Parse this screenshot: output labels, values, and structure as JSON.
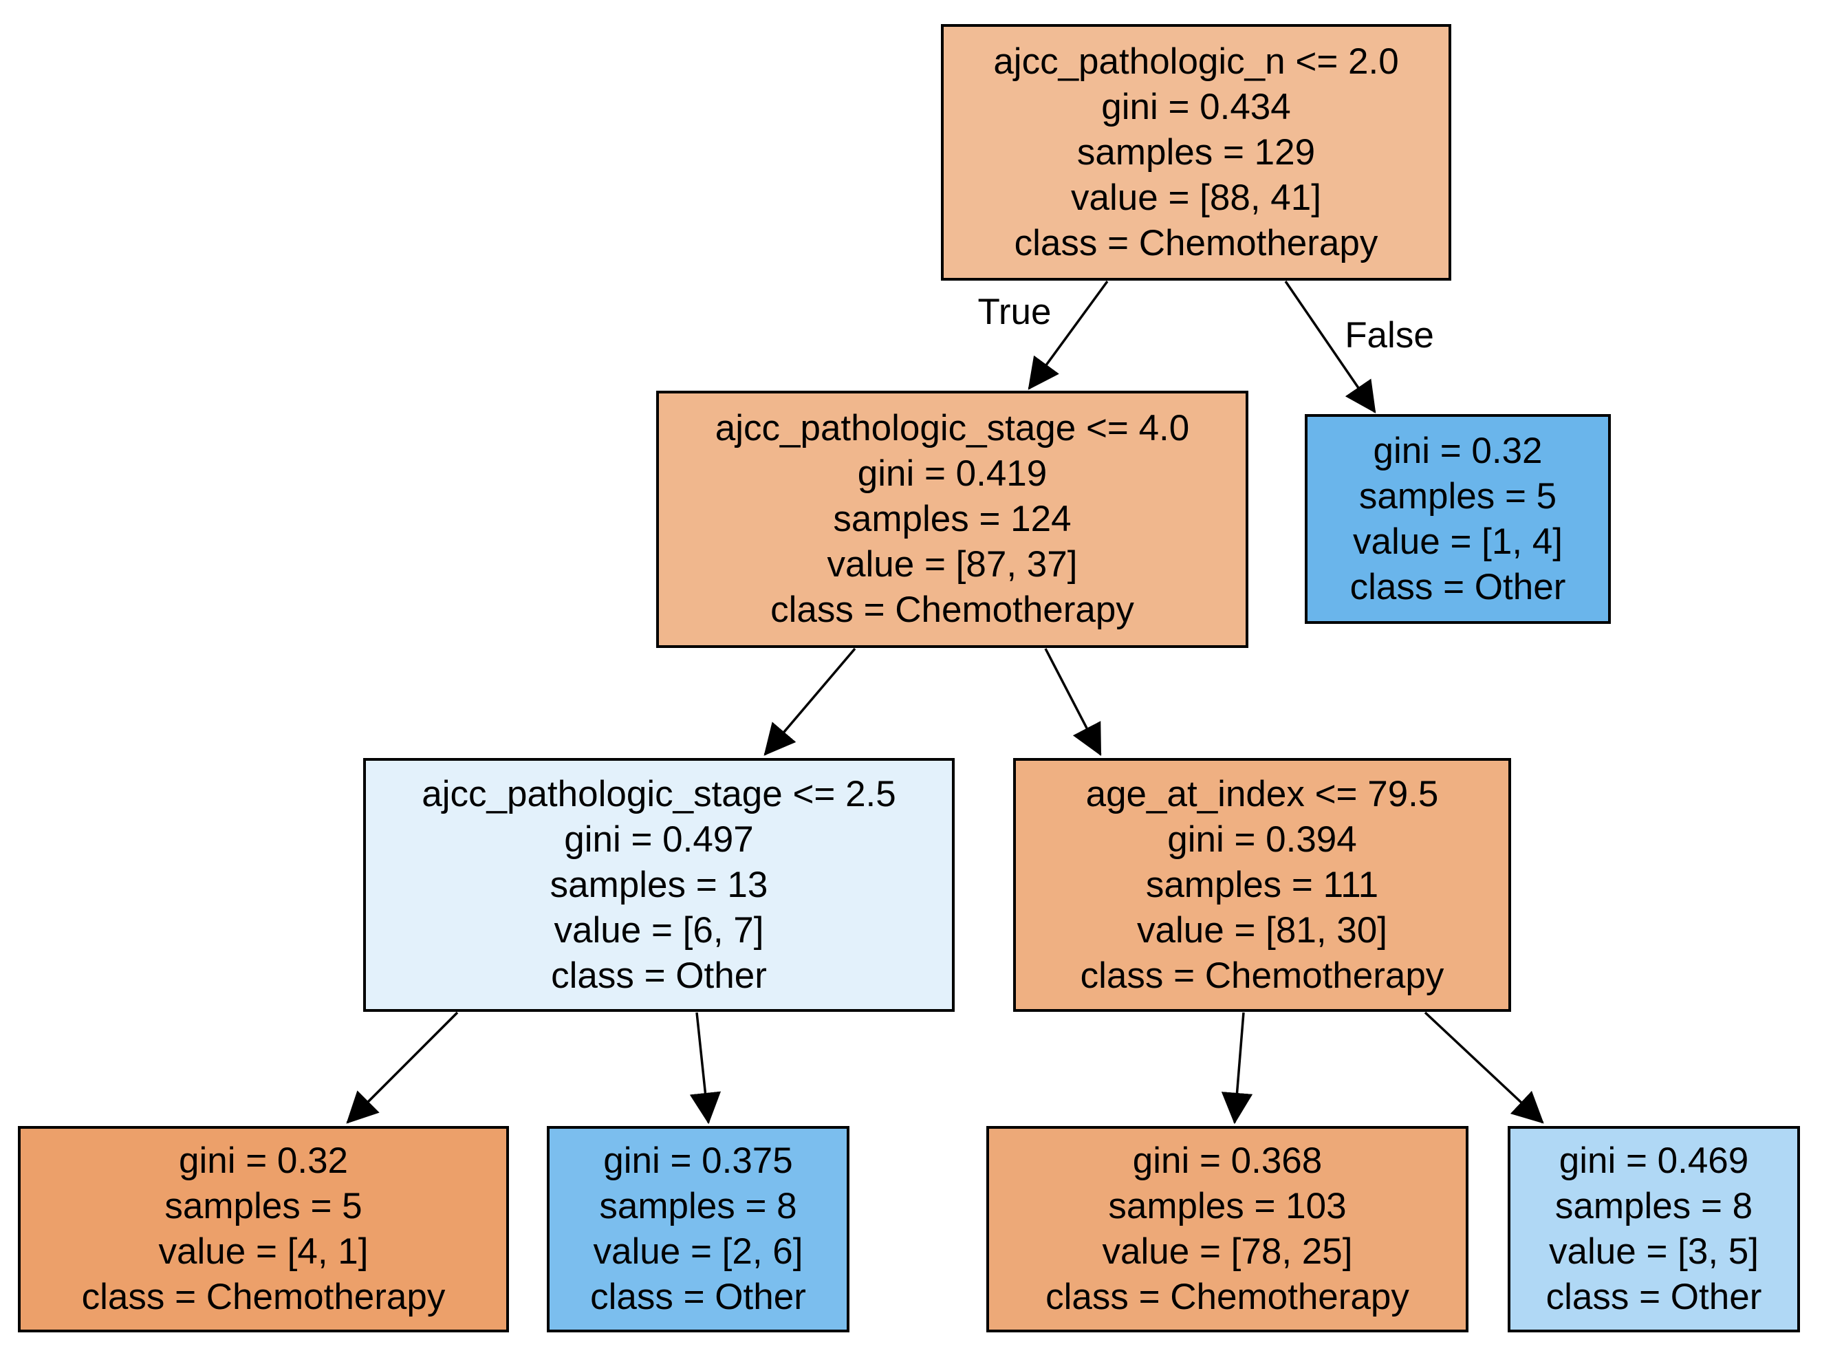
{
  "tree": {
    "edge_labels": {
      "true": "True",
      "false": "False"
    },
    "colors": {
      "chemotherapy_base": "#e58139",
      "other_base": "#399de5",
      "border": "#000000",
      "background": "#ffffff"
    },
    "nodes": [
      {
        "name": "root",
        "condition": "ajcc_pathologic_n <= 2.0",
        "gini": "gini = 0.434",
        "samples": "samples = 129",
        "value": "value = [88, 41]",
        "class": "class = Chemotherapy",
        "fill": "#f1bc95"
      },
      {
        "name": "stage-split",
        "condition": "ajcc_pathologic_stage <= 4.0",
        "gini": "gini = 0.419",
        "samples": "samples = 124",
        "value": "value = [87, 37]",
        "class": "class = Chemotherapy",
        "fill": "#f0b78d"
      },
      {
        "name": "leaf-other-1",
        "gini": "gini = 0.32",
        "samples": "samples = 5",
        "value": "value = [1, 4]",
        "class": "class = Other",
        "fill": "#6ab5eb"
      },
      {
        "name": "stage25-split",
        "condition": "ajcc_pathologic_stage <= 2.5",
        "gini": "gini = 0.497",
        "samples": "samples = 13",
        "value": "value = [6, 7]",
        "class": "class = Other",
        "fill": "#e3f1fb"
      },
      {
        "name": "age-split",
        "condition": "age_at_index <= 79.5",
        "gini": "gini = 0.394",
        "samples": "samples = 111",
        "value": "value = [81, 30]",
        "class": "class = Chemotherapy",
        "fill": "#efb082"
      },
      {
        "name": "leaf-chemo-1",
        "gini": "gini = 0.32",
        "samples": "samples = 5",
        "value": "value = [4, 1]",
        "class": "class = Chemotherapy",
        "fill": "#eca06a"
      },
      {
        "name": "leaf-other-2",
        "gini": "gini = 0.375",
        "samples": "samples = 8",
        "value": "value = [2, 6]",
        "class": "class = Other",
        "fill": "#7bbeee"
      },
      {
        "name": "leaf-chemo-2",
        "gini": "gini = 0.368",
        "samples": "samples = 103",
        "value": "value = [78, 25]",
        "class": "class = Chemotherapy",
        "fill": "#eda978"
      },
      {
        "name": "leaf-other-3",
        "gini": "gini = 0.469",
        "samples": "samples = 8",
        "value": "value = [3, 5]",
        "class": "class = Other",
        "fill": "#b0d8f5"
      }
    ]
  }
}
